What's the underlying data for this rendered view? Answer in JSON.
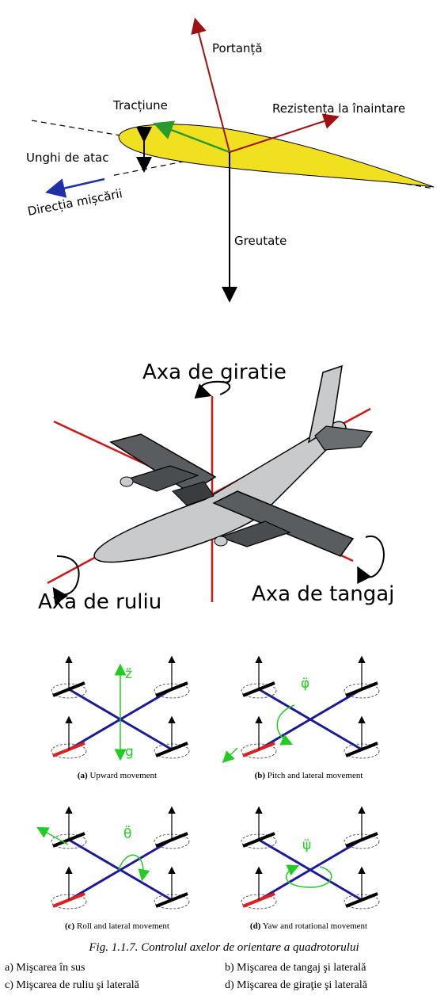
{
  "airfoil_diagram": {
    "labels": {
      "lift": "Portanță",
      "drag": "Rezistența la înaintare",
      "thrust": "Tracțiune",
      "angle_of_attack": "Unghi de atac",
      "direction": "Direcția mișcării",
      "weight": "Greutate"
    },
    "colors": {
      "lift": "#a01010",
      "thrust": "#2a9a2a",
      "direction": "#1f2fa8",
      "wing": "#f0e020"
    }
  },
  "aircraft_axes": {
    "labels": {
      "yaw": "Axa de giratie",
      "roll": "Axa de ruliu",
      "pitch": "Axa de tangaj"
    },
    "colors": {
      "axis": "#d01818",
      "fuselage": "#c8cacc",
      "wing": "#5a5d60"
    }
  },
  "quadrotor": {
    "panels": [
      {
        "caption_letter": "(a)",
        "caption_text": "Upward movement",
        "symbol": "z̈",
        "symbol2": "g"
      },
      {
        "caption_letter": "(b)",
        "caption_text": "Pitch and lateral movement",
        "symbol": "φ̈"
      },
      {
        "caption_letter": "(c)",
        "caption_text": "Roll and lateral movement",
        "symbol": "θ̈"
      },
      {
        "caption_letter": "(d)",
        "caption_text": "Yaw and rotational movement",
        "symbol": "ψ̈"
      }
    ],
    "colors": {
      "frame": "#1a1a9a",
      "highlight": "#e02020",
      "accel": "#22cc22"
    }
  },
  "figure_caption": "Fig. 1.1.7.   Controlul axelor de orientare a quadrotorului",
  "legend": [
    "a) Mişcarea în sus",
    "b) Mişcarea de tangaj şi laterală",
    "c) Mişcarea de ruliu şi laterală",
    "d) Mişcarea de giraţie şi laterală"
  ]
}
